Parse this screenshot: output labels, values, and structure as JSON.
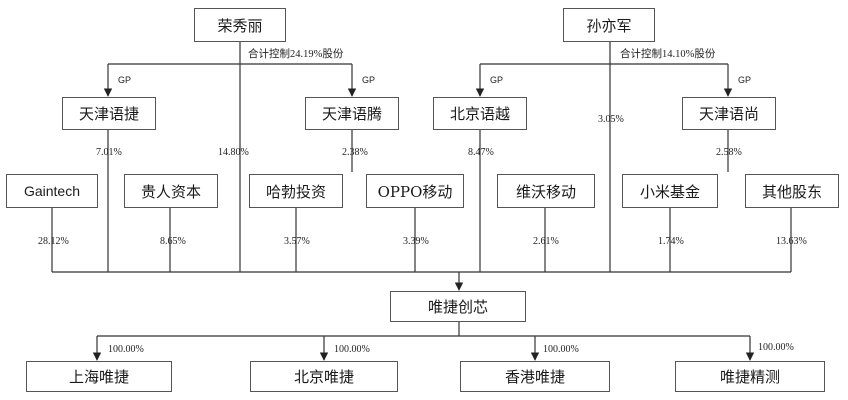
{
  "holders": {
    "rong": "荣秀丽",
    "sun": "孙亦军"
  },
  "control_notes": {
    "rong": "合计控制24.19%股份",
    "sun": "合计控制14.10%股份"
  },
  "gp_label": "GP",
  "platforms": {
    "yujie": "天津语捷",
    "yuteng": "天津语腾",
    "yuyue": "北京语越",
    "yushang": "天津语尚"
  },
  "shareholders": {
    "gaintech": "Gaintech",
    "guiren": "贵人资本",
    "habo": "哈勃投资",
    "oppo": "OPPO移动",
    "weiwo": "维沃移动",
    "xiaomi": "小米基金",
    "other": "其他股东"
  },
  "company": "唯捷创芯",
  "subsidiaries": {
    "shanghai": "上海唯捷",
    "beijing": "北京唯捷",
    "hongkong": "香港唯捷",
    "jingce": "唯捷精测"
  },
  "percentages": {
    "yujie": "7.01%",
    "rong_direct": "14.80%",
    "yuteng": "2.38%",
    "yuyue": "8.47%",
    "sun_direct": "3.05%",
    "yushang": "2.58%",
    "gaintech": "28.12%",
    "guiren": "8.65%",
    "habo": "3.57%",
    "oppo": "3.39%",
    "weiwo": "2.61%",
    "xiaomi": "1.74%",
    "other": "13.63%",
    "shanghai": "100.00%",
    "beijing": "100.00%",
    "hongkong": "100.00%",
    "jingce": "100.00%"
  }
}
